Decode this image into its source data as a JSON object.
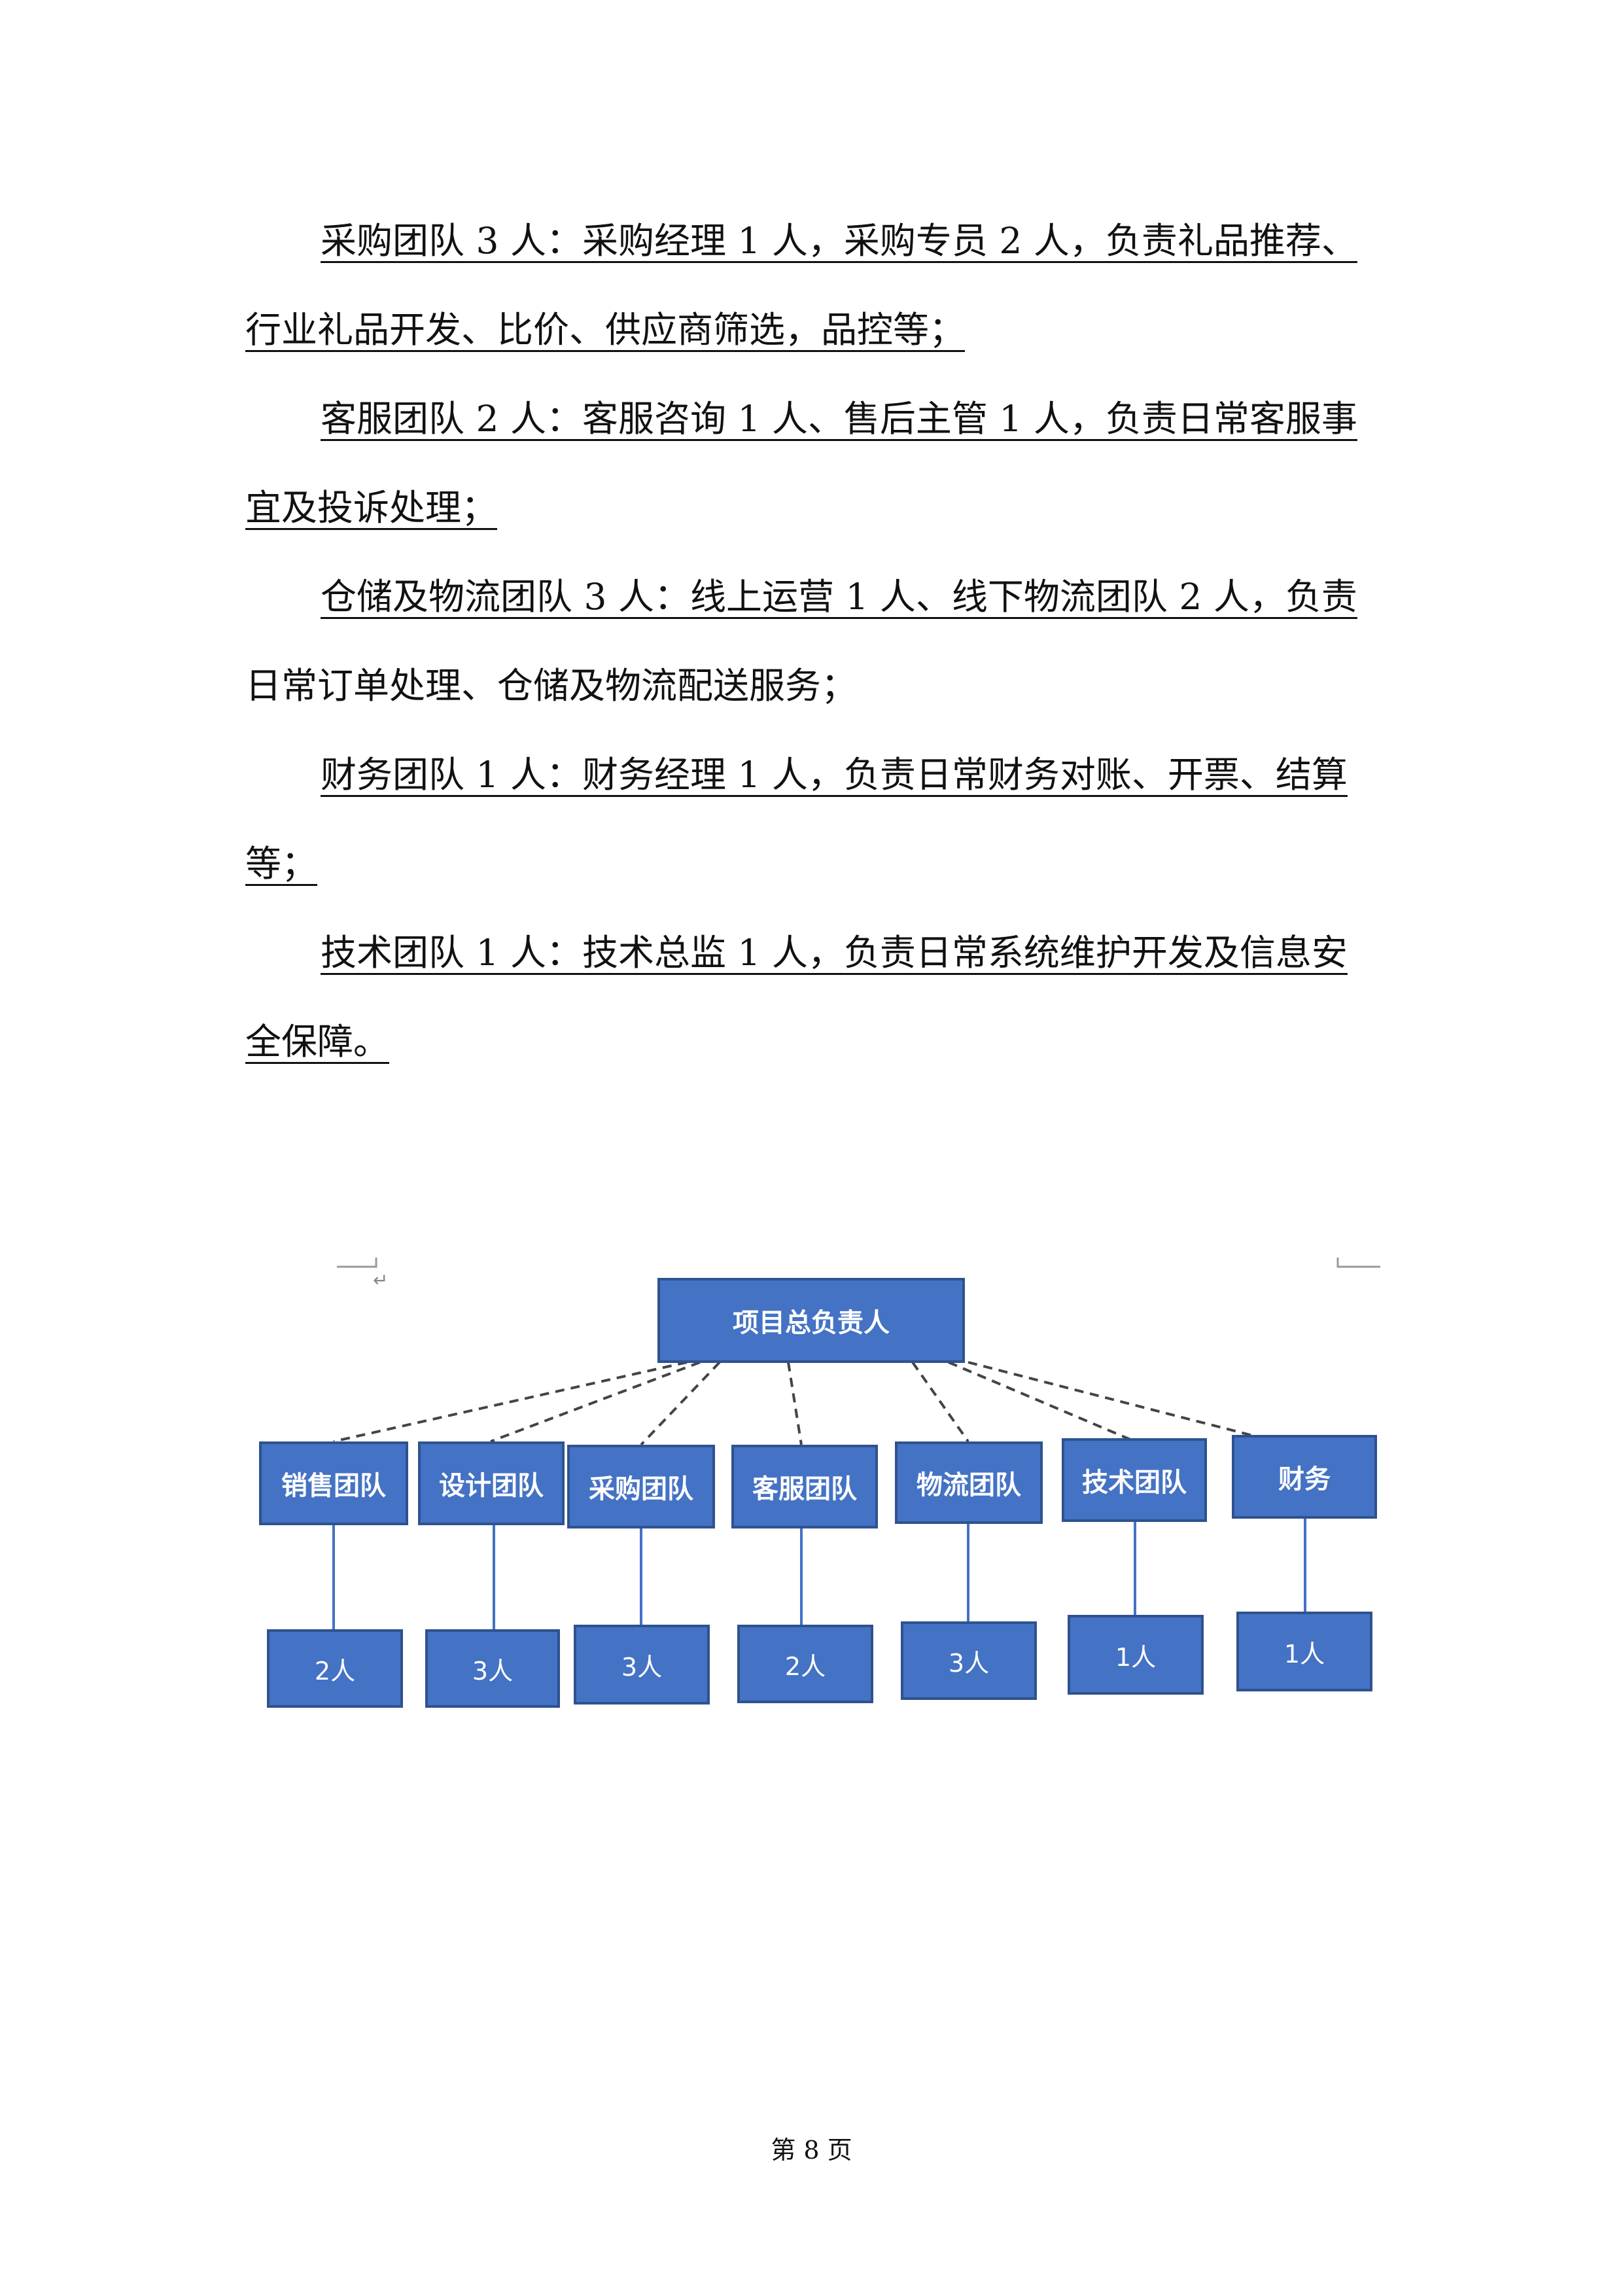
{
  "paragraphs": [
    {
      "line1": "采购团队 3 人：采购经理 1 人，采购专员 2 人，负责礼品推荐、",
      "line2": "行业礼品开发、比价、供应商筛选，品控等；"
    },
    {
      "line1": "客服团队 2 人：客服咨询 1 人、售后主管 1 人，负责日常客服事",
      "line2": "宜及投诉处理；"
    },
    {
      "line1": "仓储及物流团队 3 人：线上运营 1 人、线下物流团队 2 人，负责",
      "line2": "日常订单处理、仓储及物流配送服务；"
    },
    {
      "line1": "财务团队 1 人：财务经理 1 人，负责日常财务对账、开票、结算",
      "line2": "等；"
    },
    {
      "line1": "技术团队 1 人：技术总监 1 人，负责日常系统维护开发及信息安",
      "line2": "全保障。"
    }
  ],
  "org_chart": {
    "root": "项目总负责人",
    "teams": [
      {
        "name": "销售团队",
        "count": "2人"
      },
      {
        "name": "设计团队",
        "count": "3人"
      },
      {
        "name": "采购团队",
        "count": "3人"
      },
      {
        "name": "客服团队",
        "count": "2人"
      },
      {
        "name": "物流团队",
        "count": "3人"
      },
      {
        "name": "技术团队",
        "count": "1人"
      },
      {
        "name": "财务",
        "count": "1人"
      }
    ],
    "box_color": "#4472C4",
    "border_color": "#2F528F"
  },
  "footer": {
    "page_label": "第 8 页"
  }
}
